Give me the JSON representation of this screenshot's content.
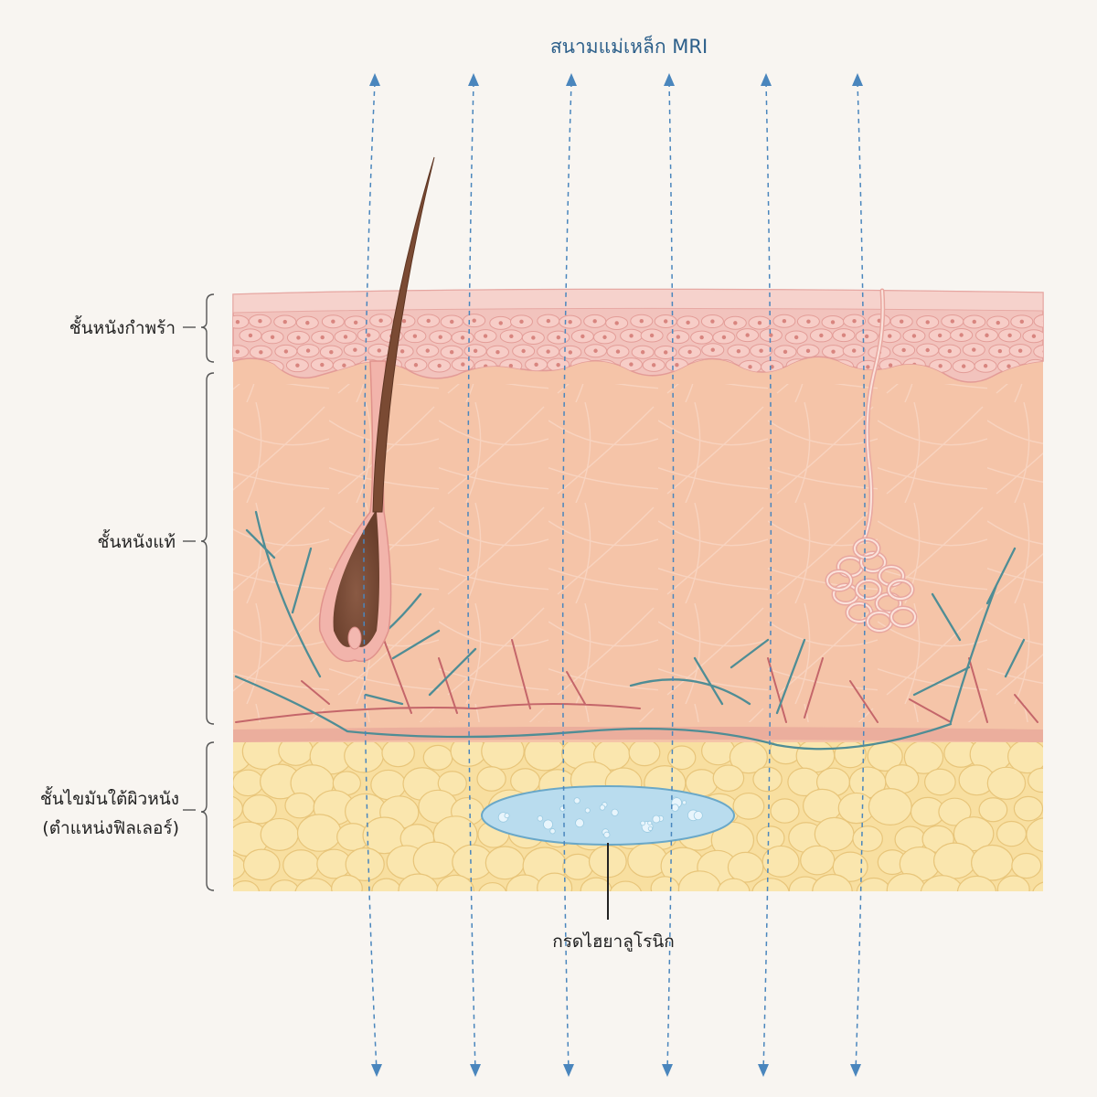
{
  "title": "สนามแม่เหล็ก MRI",
  "layers": {
    "epidermis": "ชั้นหนังกำพร้า",
    "dermis": "ชั้นหนังแท้",
    "subcutaneous_line1": "ชั้นไขมันใต้ผิวหนัง",
    "subcutaneous_line2": "(ตำแหน่งฟิลเลอร์)"
  },
  "filler_label": "กรดไฮยาลูโรนิก",
  "colors": {
    "background": "#f8f5f1",
    "field_arrow": "#4a86bd",
    "title": "#2c5f8a",
    "epidermis": "#f2c3bd",
    "dermis": "#f5c4a8",
    "fat": "#f8dfa0",
    "filler": "#b9dcee",
    "hair": "#7a4a33",
    "vessel_blue": "#4f8d95",
    "vessel_red": "#c4666a"
  }
}
